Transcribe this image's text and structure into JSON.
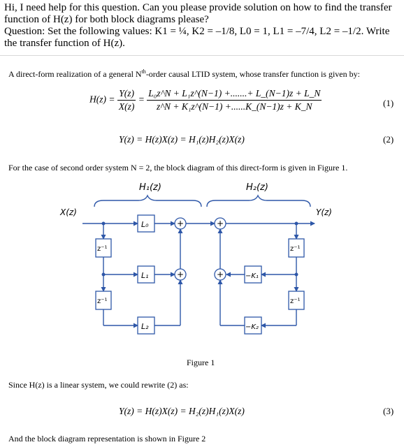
{
  "question": {
    "line1": "Hi, I need help for this question. Can you please provide solution on how to find the transfer function of H(z) for both block diagrams please?",
    "line2": "Question: Set the following values: K1 = ¼, K2 = –1/8, L0 = 1, L1 = –7/4, L2 = –1/2. Write the transfer function of H(z)."
  },
  "document": {
    "intro": "A direct-form realization of a general N",
    "intro_sup": "th",
    "intro_rest": "-order causal LTID system, whose transfer function is given by:",
    "eq1": {
      "lhs": "H(z) =",
      "frac1_num": "Y(z)",
      "frac1_den": "X(z)",
      "frac2_num": "L₀z^N + L₁z^(N−1) +.......+ L_(N−1)z + L_N",
      "frac2_den": "z^N + K₁z^(N−1) +......K_(N−1)z + K_N",
      "number": "(1)"
    },
    "eq2": {
      "text": "Y(z) = H(z)X(z) = H₁(z)H₂(z)X(z)",
      "number": "(2)"
    },
    "para2": "For the case of second order system N = 2, the block diagram of this direct-form is given in Figure 1.",
    "figure_caption": "Figure 1",
    "para3": "Since H(z) is a linear system, we could rewrite (2) as:",
    "eq3": {
      "text": "Y(z) = H(z)X(z) = H₂(z)H₁(z)X(z)",
      "number": "(3)"
    },
    "para4": "And the block diagram representation is shown in Figure 2"
  },
  "diagram": {
    "h1": "H₁(z)",
    "h2": "H₂(z)",
    "input": "X(z)",
    "output": "Y(z)",
    "delay": "z⁻¹",
    "l0": "L₀",
    "l1": "L₁",
    "l2": "L₂",
    "k1": "−K₁",
    "k2": "−K₂",
    "plus": "+"
  },
  "colors": {
    "diagram_blue": "#2e57a8",
    "text": "#000000"
  }
}
